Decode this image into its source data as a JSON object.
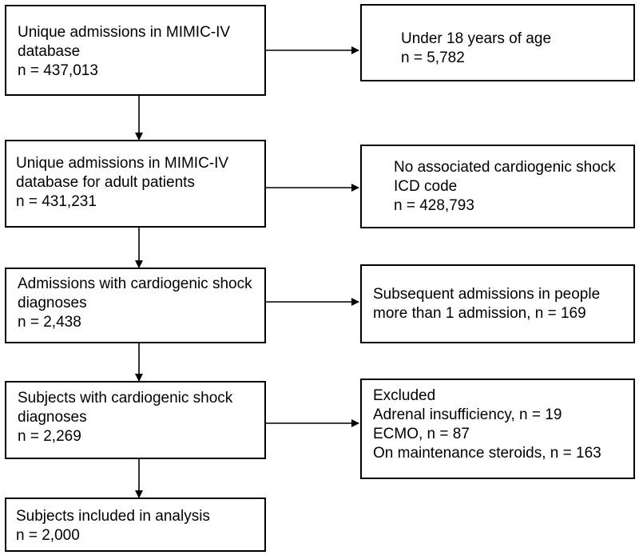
{
  "flowchart": {
    "main_boxes": [
      {
        "id": "m1",
        "lines": [
          "Unique admissions in MIMIC-IV",
          "database",
          "n = 437,013"
        ]
      },
      {
        "id": "m2",
        "lines": [
          "Unique admissions in MIMIC-IV",
          "database for adult patients",
          "n = 431,231"
        ]
      },
      {
        "id": "m3",
        "lines": [
          "Admissions with cardiogenic shock",
          "diagnoses",
          "n = 2,438"
        ]
      },
      {
        "id": "m4",
        "lines": [
          "Subjects with cardiogenic shock",
          "diagnoses",
          "n = 2,269"
        ]
      },
      {
        "id": "m5",
        "lines": [
          "Subjects included in analysis",
          "n = 2,000"
        ]
      }
    ],
    "exclusion_boxes": [
      {
        "id": "e1",
        "lines": [
          "Under 18 years of age",
          "n = 5,782"
        ]
      },
      {
        "id": "e2",
        "lines": [
          "No associated cardiogenic shock",
          "ICD code",
          "n = 428,793"
        ]
      },
      {
        "id": "e3",
        "lines": [
          "Subsequent admissions in people",
          "more than 1 admission, n = 169"
        ]
      },
      {
        "id": "e4",
        "lines": [
          "Excluded",
          "Adrenal insufficiency, n = 19",
          "ECMO, n = 87",
          "On maintenance steroids, n = 163"
        ]
      }
    ],
    "colors": {
      "line": "#000000",
      "box_fill": "#ffffff",
      "text": "#000000"
    }
  }
}
